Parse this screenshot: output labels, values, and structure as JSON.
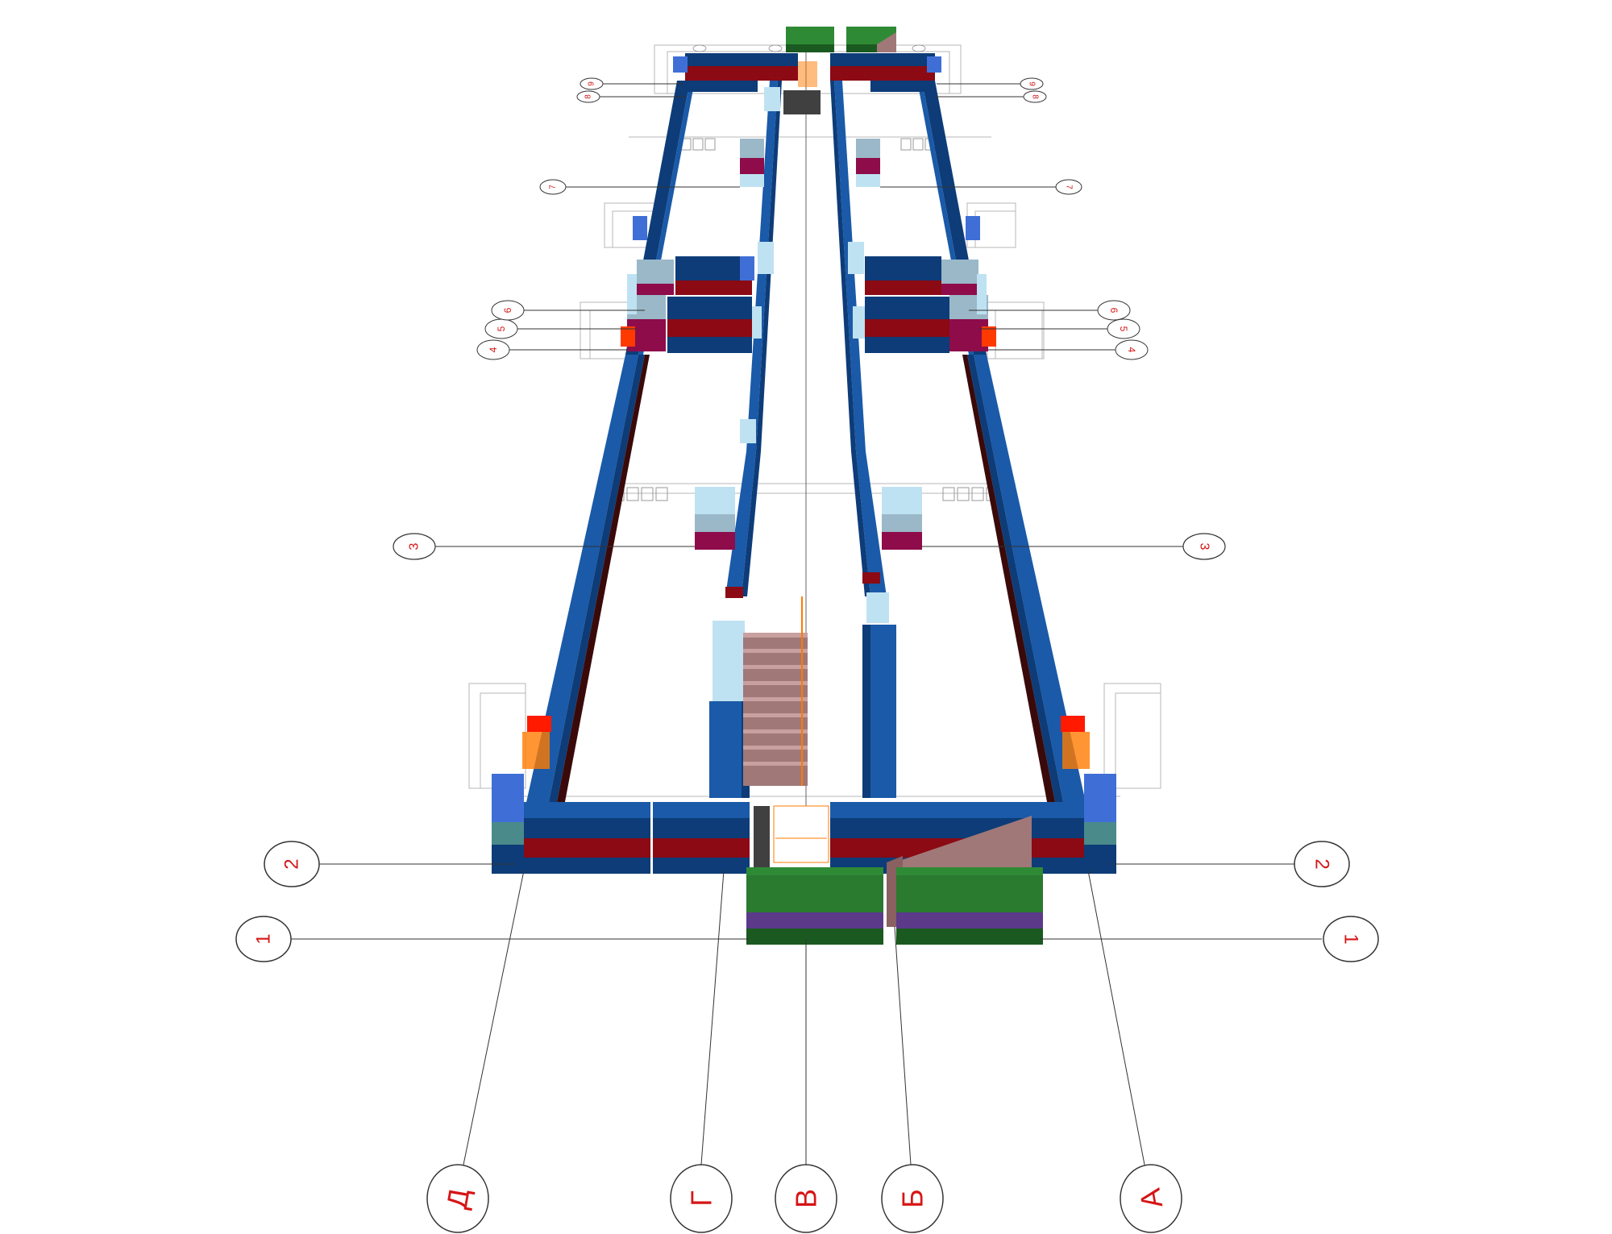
{
  "diagram": {
    "column_axes": [
      "Д",
      "Г",
      "В",
      "Б",
      "А"
    ],
    "row_axes_left": [
      "1",
      "2",
      "3",
      "4",
      "5",
      "6",
      "7",
      "8",
      "9"
    ],
    "row_axes_right": [
      "1",
      "2",
      "3",
      "4",
      "5",
      "6",
      "7",
      "8",
      "9"
    ],
    "colors": {
      "wall_dark_blue": "#0d3c78",
      "wall_blue": "#1a5aa8",
      "wall_bright_blue": "#3f6fd6",
      "wall_light": "#bfe2f2",
      "band_red": "#8b0a14",
      "band_magenta": "#8e0c4a",
      "block_green": "#2f8a35",
      "band_purple": "#5b3a8a",
      "stair_stone": "#a07878",
      "accent_orange": "#ff7a00",
      "axis_label": "#d61515",
      "axis_line": "#333333"
    }
  }
}
